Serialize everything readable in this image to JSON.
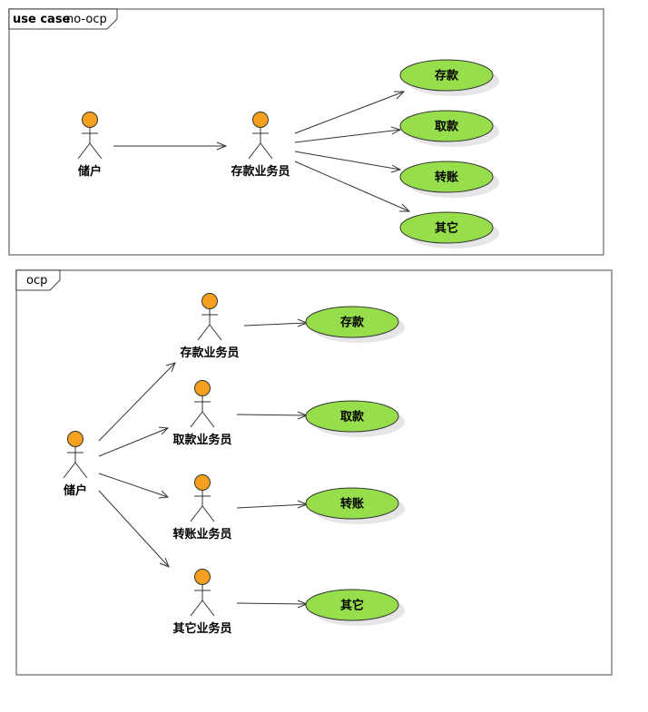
{
  "frames": [
    {
      "id": "no-ocp",
      "keyword": "use case",
      "name": "no-ocp",
      "actors": [
        {
          "id": "depositor",
          "label": "储户"
        },
        {
          "id": "deposit-clerk",
          "label": "存款业务员"
        }
      ],
      "usecases": [
        {
          "id": "deposit",
          "label": "存款"
        },
        {
          "id": "withdraw",
          "label": "取款"
        },
        {
          "id": "transfer",
          "label": "转账"
        },
        {
          "id": "other",
          "label": "其它"
        }
      ],
      "links": [
        [
          "depositor",
          "deposit-clerk"
        ],
        [
          "deposit-clerk",
          "deposit"
        ],
        [
          "deposit-clerk",
          "withdraw"
        ],
        [
          "deposit-clerk",
          "transfer"
        ],
        [
          "deposit-clerk",
          "other"
        ]
      ]
    },
    {
      "id": "ocp",
      "keyword": "",
      "name": "ocp",
      "actors": [
        {
          "id": "depositor",
          "label": "储户"
        },
        {
          "id": "deposit-clerk",
          "label": "存款业务员"
        },
        {
          "id": "withdraw-clerk",
          "label": "取款业务员"
        },
        {
          "id": "transfer-clerk",
          "label": "转账业务员"
        },
        {
          "id": "other-clerk",
          "label": "其它业务员"
        }
      ],
      "usecases": [
        {
          "id": "deposit",
          "label": "存款"
        },
        {
          "id": "withdraw",
          "label": "取款"
        },
        {
          "id": "transfer",
          "label": "转账"
        },
        {
          "id": "other",
          "label": "其它"
        }
      ],
      "links": [
        [
          "depositor",
          "deposit-clerk"
        ],
        [
          "depositor",
          "withdraw-clerk"
        ],
        [
          "depositor",
          "transfer-clerk"
        ],
        [
          "depositor",
          "other-clerk"
        ],
        [
          "deposit-clerk",
          "deposit"
        ],
        [
          "withdraw-clerk",
          "withdraw"
        ],
        [
          "transfer-clerk",
          "transfer"
        ],
        [
          "other-clerk",
          "other"
        ]
      ]
    }
  ]
}
